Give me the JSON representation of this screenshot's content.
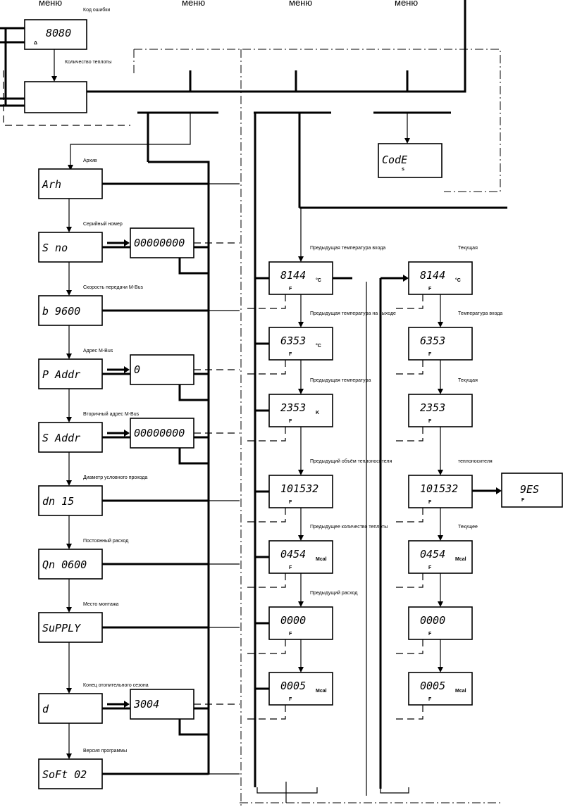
{
  "headers": [
    "меню",
    "меню",
    "меню",
    "меню"
  ],
  "left_column": {
    "top": {
      "error_display": "8080",
      "error_label": "Код ошибки",
      "heat_label": "Количество теплоты"
    },
    "items": [
      {
        "display": "Arh",
        "label": "Архив"
      },
      {
        "display": "S no",
        "label": "Серийный номер",
        "sub": "00000000"
      },
      {
        "display": "b 9600",
        "label": "Скорость передачи M-Bus"
      },
      {
        "display": "P Addr",
        "label": "Адрес M-Bus",
        "sub": "0"
      },
      {
        "display": "S Addr",
        "label": "Вторичный адрес M-Bus",
        "sub": "00000000"
      },
      {
        "display": "dn 15",
        "label": "Диаметр условного прохода"
      },
      {
        "display": "Qn 0600",
        "label": "Постоянный расход"
      },
      {
        "display": "SuPPLY",
        "label": "Место монтажа"
      },
      {
        "display": "d",
        "label": "Конец отопительного сезона",
        "sub": "3004"
      },
      {
        "display": "SoFt 02",
        "label": "Версия программы"
      }
    ]
  },
  "code_box": {
    "display": "CodE"
  },
  "mid_column": {
    "items": [
      {
        "display": "8144",
        "label": "Предыдущая температура входа",
        "unit": "°C"
      },
      {
        "display": "6353",
        "label": "Предыдущая температура на выходе",
        "unit": "°C"
      },
      {
        "display": "2353",
        "label": "Предыдущая температура",
        "unit": "K"
      },
      {
        "display": "101532",
        "label": "Предыдущий объём теплоносителя"
      },
      {
        "display": "0454",
        "label": "Предыдущее количество теплоты",
        "unit": "Mcal"
      },
      {
        "display": "0000",
        "label": "Предыдущий расход"
      },
      {
        "display": "0005",
        "label": "",
        "unit": "Mcal"
      }
    ]
  },
  "right_column": {
    "items": [
      {
        "display": "8144",
        "label": "Текущая",
        "unit": "°C"
      },
      {
        "display": "6353",
        "label": "Температура входа"
      },
      {
        "display": "2353",
        "label": "Текущая"
      },
      {
        "display": "101532",
        "label": "теплоносителя"
      },
      {
        "display": "0454",
        "label": "Текущее",
        "unit": "Mcal"
      },
      {
        "display": "0000",
        "label": ""
      },
      {
        "display": "0005",
        "label": "",
        "unit": "Mcal"
      }
    ],
    "yes_box": "9ES"
  }
}
